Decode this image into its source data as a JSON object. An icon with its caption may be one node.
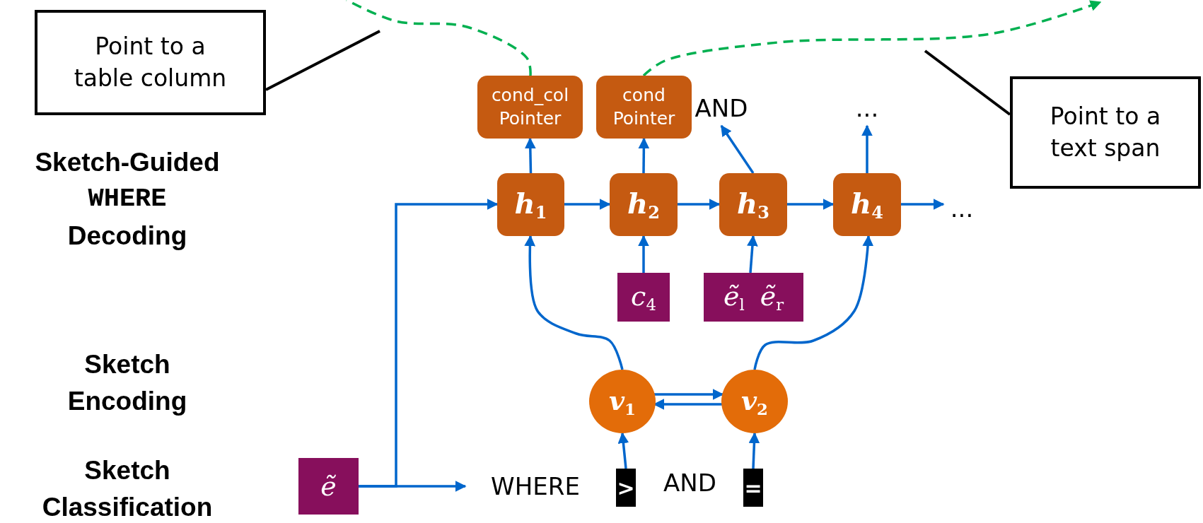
{
  "diagram": {
    "nodes": [
      {
        "text": [
          "Point to a table column"
        ]
      },
      {
        "text": [
          "cond_col Pointer"
        ]
      },
      {
        "text": [
          "cond Pointer"
        ]
      },
      {
        "text": [
          "AND"
        ]
      },
      {
        "text": [
          "..."
        ]
      },
      {
        "text": [
          "Point to a text span"
        ]
      },
      {
        "text": [
          "*h*$_{1}$"
        ]
      },
      {
        "text": [
          "*h*$_{2}$"
        ]
      },
      {
        "text": [
          "*h*$_{3}$"
        ]
      },
      {
        "text": [
          "*h*$_{4}$"
        ]
      },
      {
        "text": [
          "..."
        ]
      },
      {
        "text": [
          "*c*$_{4}$"
        ]
      },
      {
        "text": [
          "*ẽ*$_{l}$",
          "*ẽ*$_{r}$"
        ]
      },
      {
        "text": [
          "*v*$_{1}$"
        ]
      },
      {
        "text": [
          "*v*$_{2}$"
        ]
      },
      {
        "text": [
          "ẽ"
        ]
      },
      {
        "text": [
          "WHERE"
        ]
      },
      {
        "text": [
          ">"
        ]
      },
      {
        "text": [
          "="
        ]
      }
    ],
    "edges": [
      {
        "from": 0,
        "to": null,
        "arrow": "none",
        "color": "#000000"
      },
      {
        "from": 5,
        "to": null,
        "arrow": "none",
        "color": "#000000"
      },
      {
        "from": 1,
        "to": null,
        "arrow": "none",
        "style": "dashed",
        "color": "#00b050"
      },
      {
        "from": 2,
        "to": null,
        "arrow": "to",
        "style": "dashed",
        "color": "#00b050"
      },
      {
        "from": 6,
        "to": 1,
        "arrow": "to"
      },
      {
        "from": 7,
        "to": 2,
        "arrow": "to"
      },
      {
        "from": 8,
        "to": 3,
        "arrow": "to"
      },
      {
        "from": 9,
        "to": 4,
        "arrow": "to"
      },
      {
        "from": 6,
        "to": 7,
        "arrow": "to"
      },
      {
        "from": 7,
        "to": 8,
        "arrow": "to"
      },
      {
        "from": 8,
        "to": 9,
        "arrow": "to"
      },
      {
        "from": 9,
        "to": 10,
        "arrow": "to"
      },
      {
        "from": 11,
        "to": 7,
        "arrow": "to"
      },
      {
        "from": 12,
        "to": 8,
        "arrow": "to"
      },
      {
        "from": 13,
        "to": 6,
        "arrow": "to"
      },
      {
        "from": 14,
        "to": 9,
        "arrow": "to"
      },
      {
        "from": 13,
        "to": 14,
        "arrow": "to"
      },
      {
        "from": 14,
        "to": 13,
        "arrow": "to"
      },
      {
        "from": 17,
        "to": 13,
        "arrow": "to"
      },
      {
        "from": 18,
        "to": 14,
        "arrow": "to"
      },
      {
        "from": 15,
        "to": 6,
        "arrow": "to"
      },
      {
        "from": 15,
        "to": 16,
        "arrow": "to"
      }
    ],
    "labels": [
      "Sketch-Guided",
      "WHERE",
      "Decoding",
      "Sketch Encoding",
      "Sketch Classification",
      "AND"
    ]
  }
}
